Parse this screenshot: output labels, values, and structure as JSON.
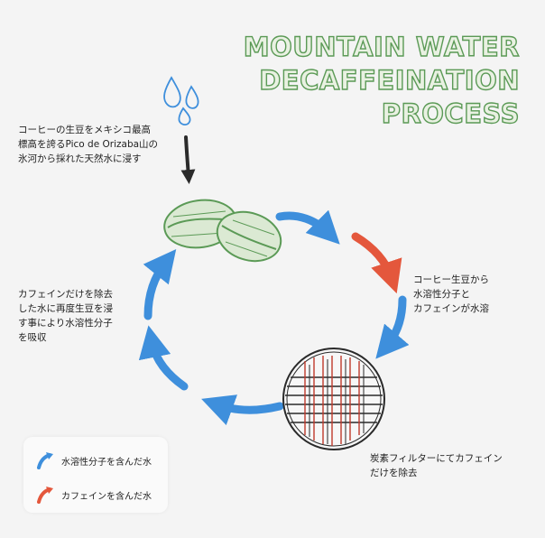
{
  "title": {
    "line1": "MOUNTAIN WATER",
    "line2": "DECAFFEINATION",
    "line3": "PROCESS"
  },
  "labels": {
    "top": [
      "コーヒーの生豆をメキシコ最高",
      "標高を誇るPico de Orizaba山の",
      "氷河から採れた天然水に浸す"
    ],
    "right": [
      "コーヒー生豆から",
      "水溶性分子と",
      "カフェインが水溶"
    ],
    "left": [
      "カフェインだけを除去",
      "した水に再度生豆を浸",
      "す事により水溶性分子",
      "を吸収"
    ],
    "bottom": [
      "炭素フィルターにてカフェイン",
      "だけを除去"
    ]
  },
  "legend": {
    "blue_label": "水溶性分子を含んだ水",
    "red_label": "カフェインを含んだ水"
  },
  "colors": {
    "blue": "#3e8fdc",
    "red": "#e4573c",
    "green": "#5b9a56",
    "title_outline": "#5b9a56"
  },
  "icons": [
    "water-drops-icon",
    "coffee-beans-icon",
    "carbon-filter-icon"
  ]
}
